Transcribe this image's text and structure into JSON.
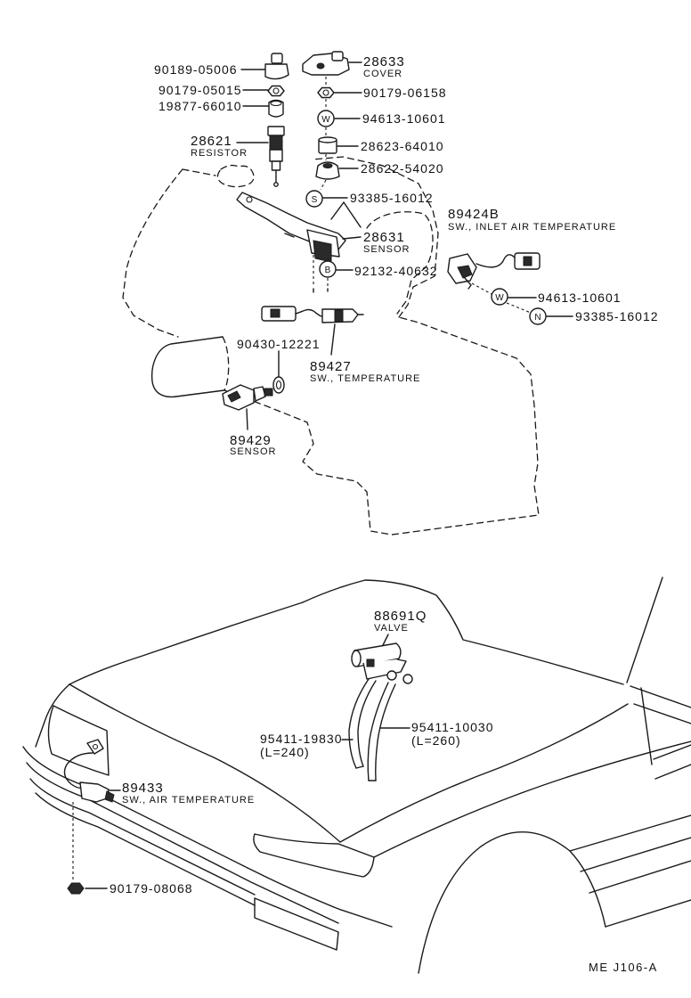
{
  "drawing_code": "ME J106-A",
  "engine_callouts": [
    {
      "number": "90189-05006"
    },
    {
      "number": "90179-05015"
    },
    {
      "number": "19877-66010"
    },
    {
      "number": "28621",
      "name": "RESISTOR"
    },
    {
      "number": "28633",
      "name": "COVER"
    },
    {
      "number": "90179-06158"
    },
    {
      "number": "94613-10601",
      "symbol": "W"
    },
    {
      "number": "28623-64010"
    },
    {
      "number": "28622-54020"
    },
    {
      "number": "93385-16012",
      "symbol": "S"
    },
    {
      "number": "28631",
      "name": "SENSOR"
    },
    {
      "number": "92132-40632",
      "symbol": "B"
    },
    {
      "number": "89424B",
      "name": "SW., INLET AIR TEMPERATURE"
    },
    {
      "number": "94613-10601",
      "symbol": "W"
    },
    {
      "number": "93385-16012",
      "symbol": "N"
    },
    {
      "number": "90430-12221"
    },
    {
      "number": "89427",
      "name": "SW., TEMPERATURE"
    },
    {
      "number": "89429",
      "name": "SENSOR"
    }
  ],
  "vehicle_callouts": [
    {
      "number": "88691Q",
      "name": "VALVE"
    },
    {
      "number": "95411-10030",
      "note": "(L=260)"
    },
    {
      "number": "95411-19830",
      "note": "(L=240)"
    },
    {
      "number": "89433",
      "name": "SW., AIR TEMPERATURE"
    },
    {
      "number": "90179-08068"
    }
  ]
}
